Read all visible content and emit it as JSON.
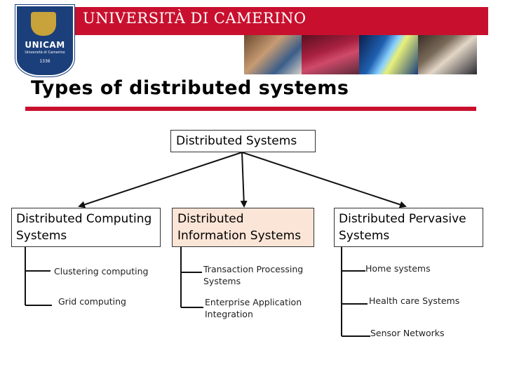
{
  "header": {
    "university_name": "UNIVERSITÀ DI CAMERINO",
    "logo": {
      "name": "UNICAM",
      "subtitle": "Università di Camerino",
      "year": "1336",
      "icon": "shield-icon"
    }
  },
  "slide": {
    "title": "Types of distributed systems"
  },
  "diagram": {
    "root": "Distributed Systems",
    "branches": [
      {
        "label": "Distributed Computing Systems",
        "children": [
          "Clustering computing",
          "Grid computing"
        ]
      },
      {
        "label": "Distributed Information Systems",
        "children": [
          "Transaction Processing Systems",
          "Enterprise Application Integration"
        ]
      },
      {
        "label": "Distributed Pervasive Systems",
        "children": [
          "Home systems",
          "Health care Systems",
          "Sensor Networks"
        ]
      }
    ]
  },
  "colors": {
    "brand_red": "#c8102e",
    "logo_blue": "#1b3f7a",
    "highlight_box": "#fbe5d6"
  }
}
